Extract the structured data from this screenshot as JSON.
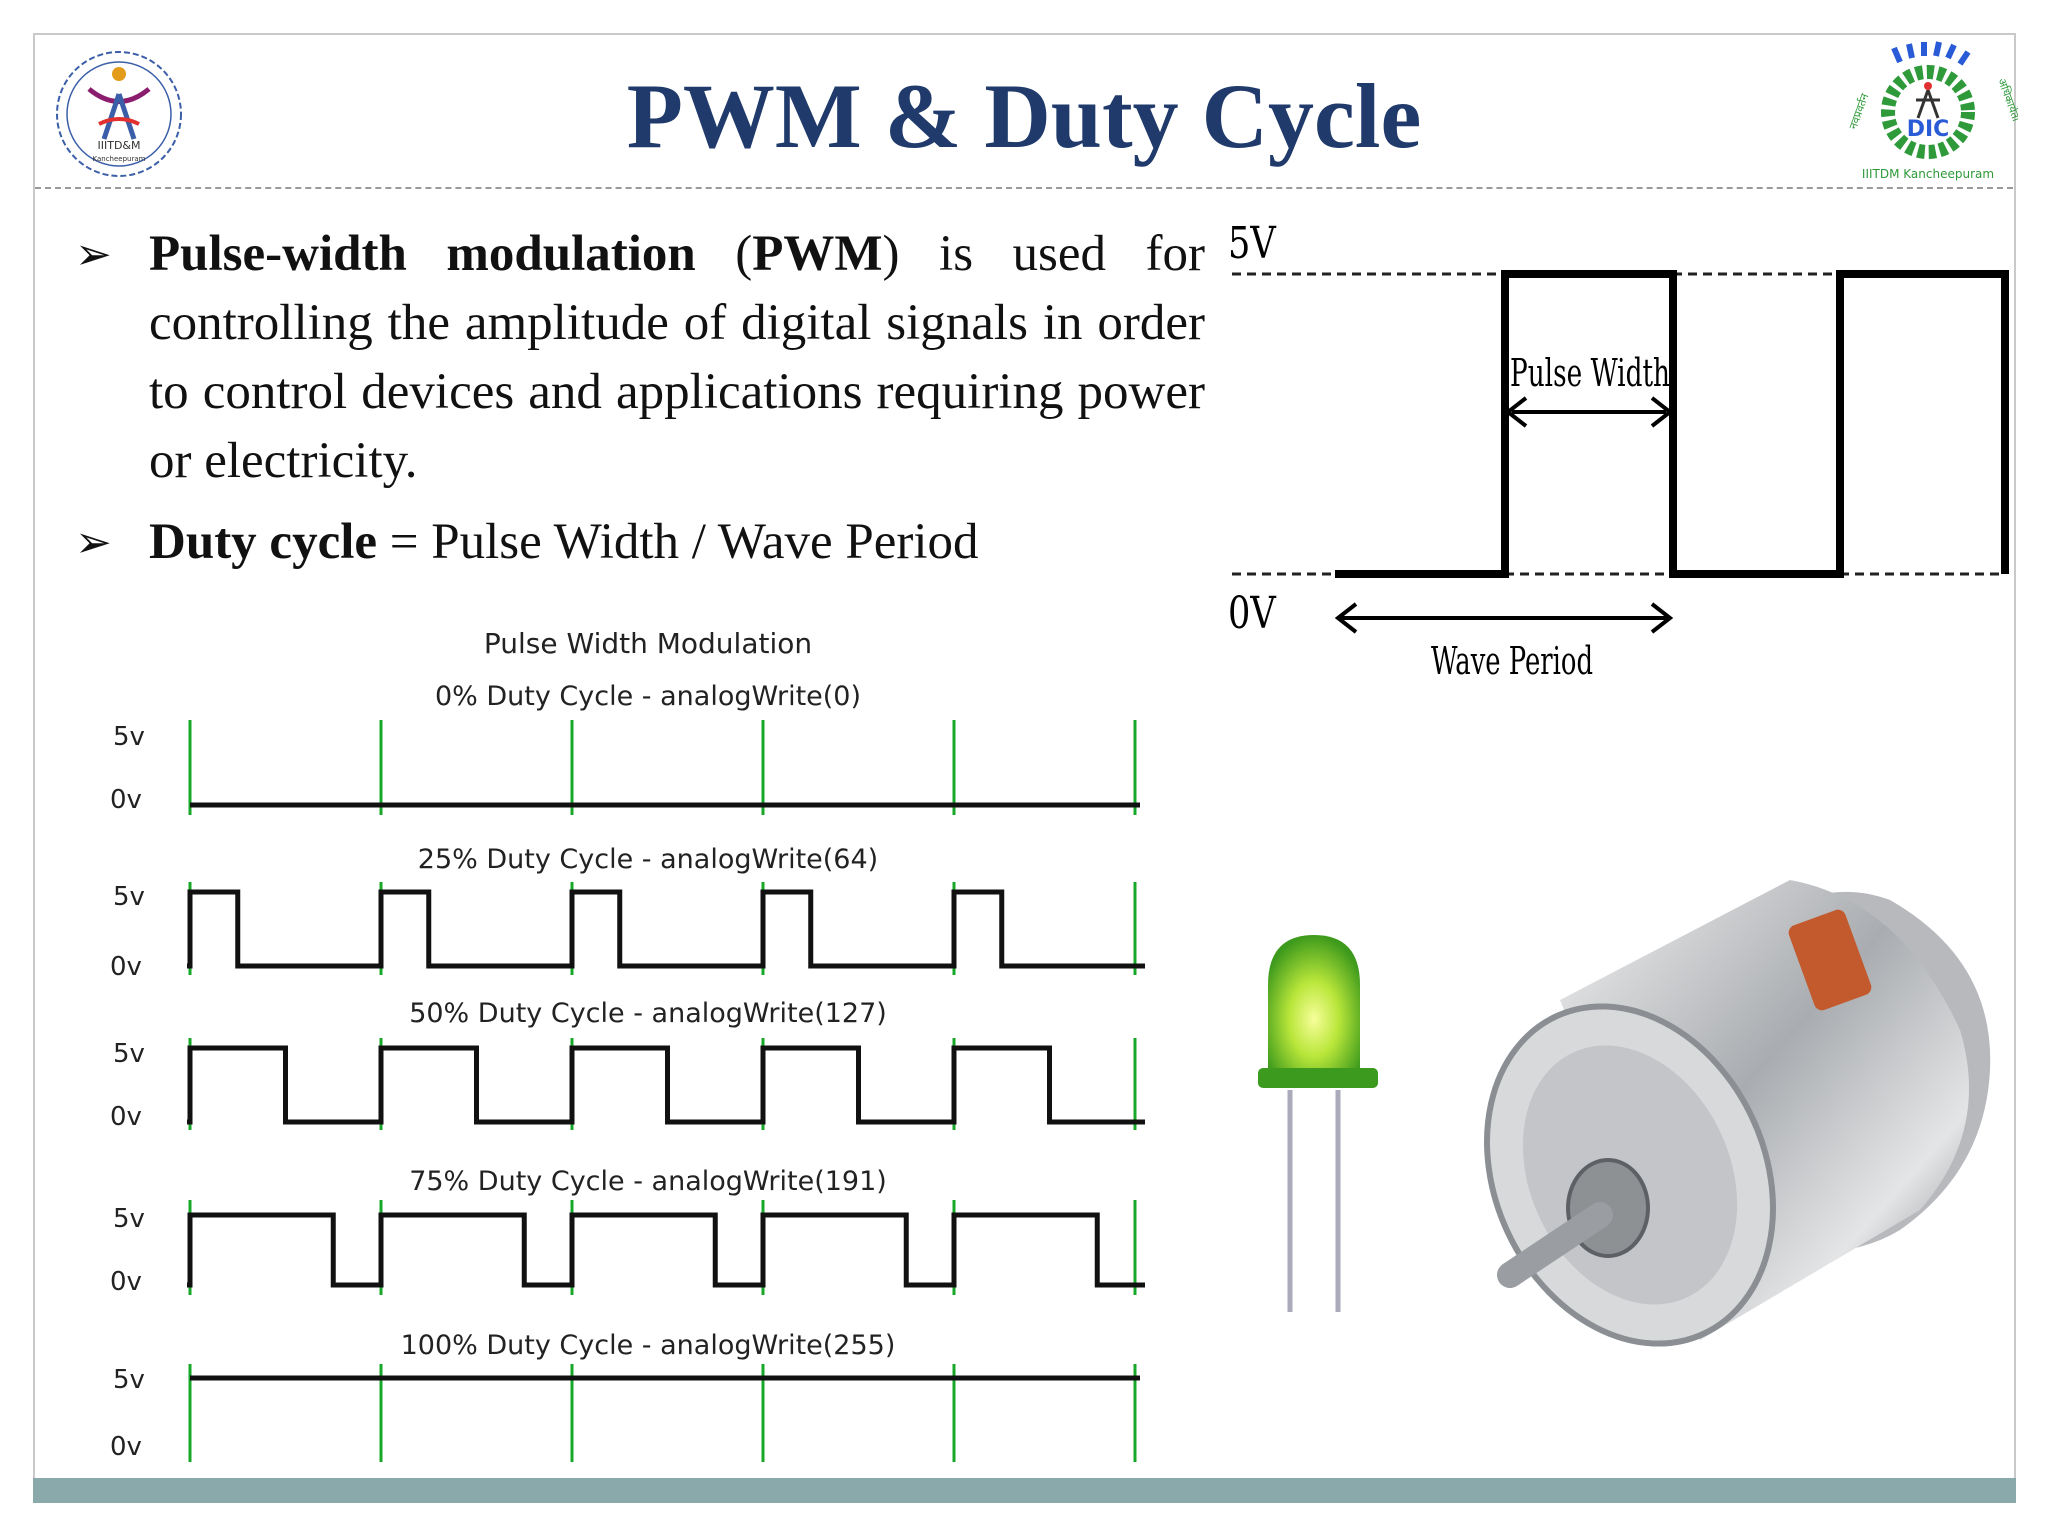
{
  "slide": {
    "title": "PWM & Duty Cycle",
    "logo_left_text": "IIITD&M",
    "logo_left_sub": "Kancheepuram",
    "logo_right_text": "DIC",
    "logo_right_sub": "IIITDM Kancheepuram",
    "logo_right_arc_left": "नवप्रवर्तन",
    "logo_right_arc_right": "अधिकार्यता"
  },
  "bullets": [
    {
      "bold1": "Pulse-width modulation",
      "plain1": " (",
      "bold2": "PWM",
      "plain2": ") is used for controlling the amplitude of digital signals in order to control devices and applications requiring power or electricity."
    },
    {
      "bold1": "Duty cycle",
      "plain1": " = Pulse Width / Wave Period"
    }
  ],
  "colors": {
    "title": "#1f3a6b",
    "bottom_bar": "#8aa9aa",
    "marker_green": "#17a82a"
  },
  "wave_diagram": {
    "high_label": "5V",
    "low_label": "0V",
    "pulse_width_label": "Pulse Width",
    "period_label": "Wave Period"
  },
  "pwm_chart": {
    "title": "Pulse Width Modulation",
    "high_label": "5v",
    "low_label": "0v",
    "rows": [
      {
        "caption": "0% Duty Cycle - analogWrite(0)",
        "duty": 0
      },
      {
        "caption": "25% Duty Cycle - analogWrite(64)",
        "duty": 0.25
      },
      {
        "caption": "50% Duty Cycle - analogWrite(127)",
        "duty": 0.5
      },
      {
        "caption": "75% Duty Cycle - analogWrite(191)",
        "duty": 0.75
      },
      {
        "caption": "100% Duty Cycle - analogWrite(255)",
        "duty": 1
      }
    ]
  },
  "images": {
    "led": "green-led",
    "motor": "dc-motor"
  }
}
